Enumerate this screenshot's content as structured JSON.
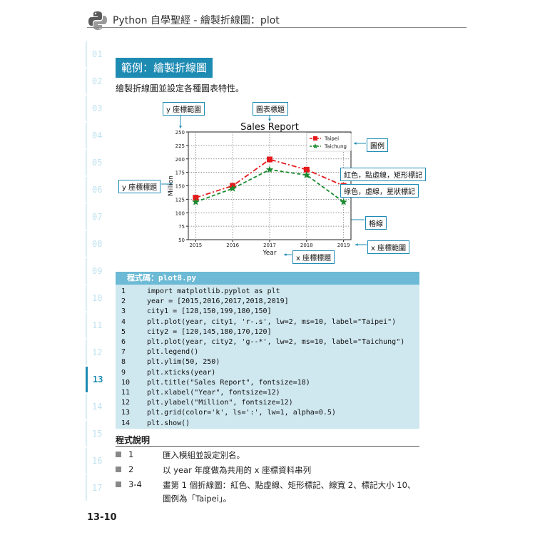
{
  "header": {
    "title": "Python 自學聖經 - 繪製折線圖：plot"
  },
  "sidebar": {
    "chapters": [
      "01",
      "02",
      "03",
      "04",
      "05",
      "06",
      "07",
      "08",
      "09",
      "10",
      "11",
      "12",
      "13",
      "14",
      "15",
      "16",
      "17"
    ],
    "active": "13"
  },
  "section": {
    "title": "範例：繪製折線圖",
    "description": "繪製折線圖並設定各種圖表特性。"
  },
  "callouts": {
    "ylim": "y 座標範圍",
    "title": "圖表標題",
    "legend": "圖例",
    "red": "紅色，點虛線，矩形標記",
    "green": "綠色，虛線，星狀標記",
    "ylabel": "y 座標標題",
    "grid": "格線",
    "xlim": "x 座標範圍",
    "xlabel": "x 座標標題"
  },
  "chart_data": {
    "type": "line",
    "title": "Sales Report",
    "xlabel": "Year",
    "ylabel": "Million",
    "x": [
      2015,
      2016,
      2017,
      2018,
      2019
    ],
    "series": [
      {
        "name": "Taipei",
        "values": [
          128,
          150,
          199,
          180,
          150
        ],
        "color": "#e41a1c",
        "marker": "square",
        "linestyle": "dashdot"
      },
      {
        "name": "Taichung",
        "values": [
          120,
          145,
          180,
          170,
          120
        ],
        "color": "#1a8a2e",
        "marker": "star",
        "linestyle": "dashed"
      }
    ],
    "ylim": [
      50,
      250
    ],
    "yticks": [
      50,
      75,
      100,
      125,
      150,
      175,
      200,
      225,
      250
    ],
    "xticks": [
      2015,
      2016,
      2017,
      2018,
      2019
    ],
    "grid": true,
    "legend_position": "top-right"
  },
  "code": {
    "header": "程式碼：plot8.py",
    "lines": [
      {
        "num": "1",
        "text": "import matplotlib.pyplot as plt"
      },
      {
        "num": "2",
        "text": "year = [2015,2016,2017,2018,2019]"
      },
      {
        "num": "3",
        "text": "city1 = [128,150,199,180,150]"
      },
      {
        "num": "4",
        "text": "plt.plot(year, city1, 'r-.s', lw=2, ms=10, label=\"Taipei\")"
      },
      {
        "num": "5",
        "text": "city2 = [120,145,180,170,120]"
      },
      {
        "num": "6",
        "text": "plt.plot(year, city2, 'g--*', lw=2, ms=10, label=\"Taichung\")"
      },
      {
        "num": "7",
        "text": "plt.legend()"
      },
      {
        "num": "8",
        "text": "plt.ylim(50, 250)"
      },
      {
        "num": "9",
        "text": "plt.xticks(year)"
      },
      {
        "num": "10",
        "text": "plt.title(\"Sales Report\", fontsize=18)"
      },
      {
        "num": "11",
        "text": "plt.xlabel(\"Year\", fontsize=12)"
      },
      {
        "num": "12",
        "text": "plt.ylabel(\"Million\", fontsize=12)"
      },
      {
        "num": "13",
        "text": "plt.grid(color='k', ls=':', lw=1, alpha=0.5)"
      },
      {
        "num": "14",
        "text": "plt.show()"
      }
    ]
  },
  "explanation": {
    "title": "程式說明",
    "items": [
      {
        "num": "1",
        "lines": [
          "匯入模組並設定別名。"
        ]
      },
      {
        "num": "2",
        "lines": [
          "以 year 年度做為共用的 x 座標資料串列"
        ]
      },
      {
        "num": "3-4",
        "lines": [
          "畫第 1 個折線圖：紅色、點虛線、矩形標記、線寬 2、標記大小 10、",
          "圖例為「Taipei」。"
        ]
      }
    ]
  },
  "page_number": "13-10"
}
